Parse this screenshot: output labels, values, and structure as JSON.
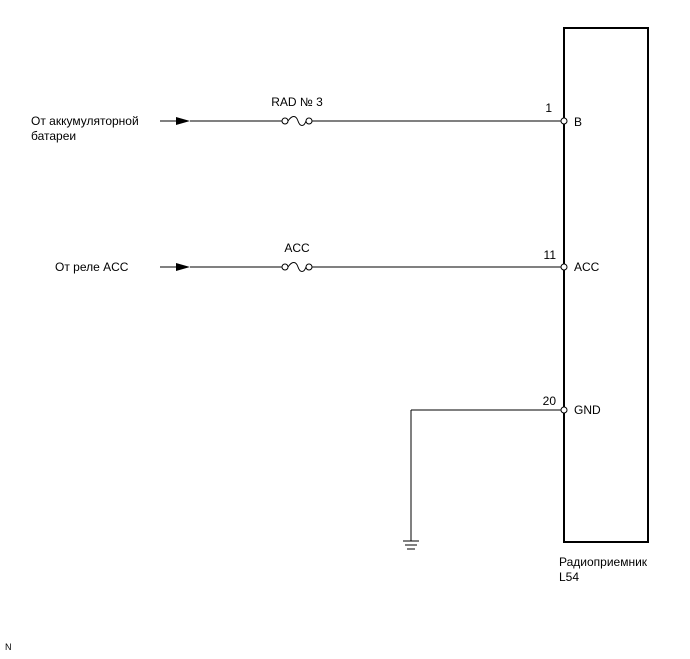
{
  "sources": {
    "battery": {
      "line1": "От аккумуляторной",
      "line2": "батареи"
    },
    "acc_relay": "От реле ACC"
  },
  "fuses": {
    "rad3": "RAD № 3",
    "acc": "ACC"
  },
  "connector": {
    "name": "Радиоприемник",
    "code": "L54"
  },
  "pins": [
    {
      "number": "1",
      "label": "B"
    },
    {
      "number": "11",
      "label": "ACC"
    },
    {
      "number": "20",
      "label": "GND"
    }
  ],
  "corner_mark": "N"
}
